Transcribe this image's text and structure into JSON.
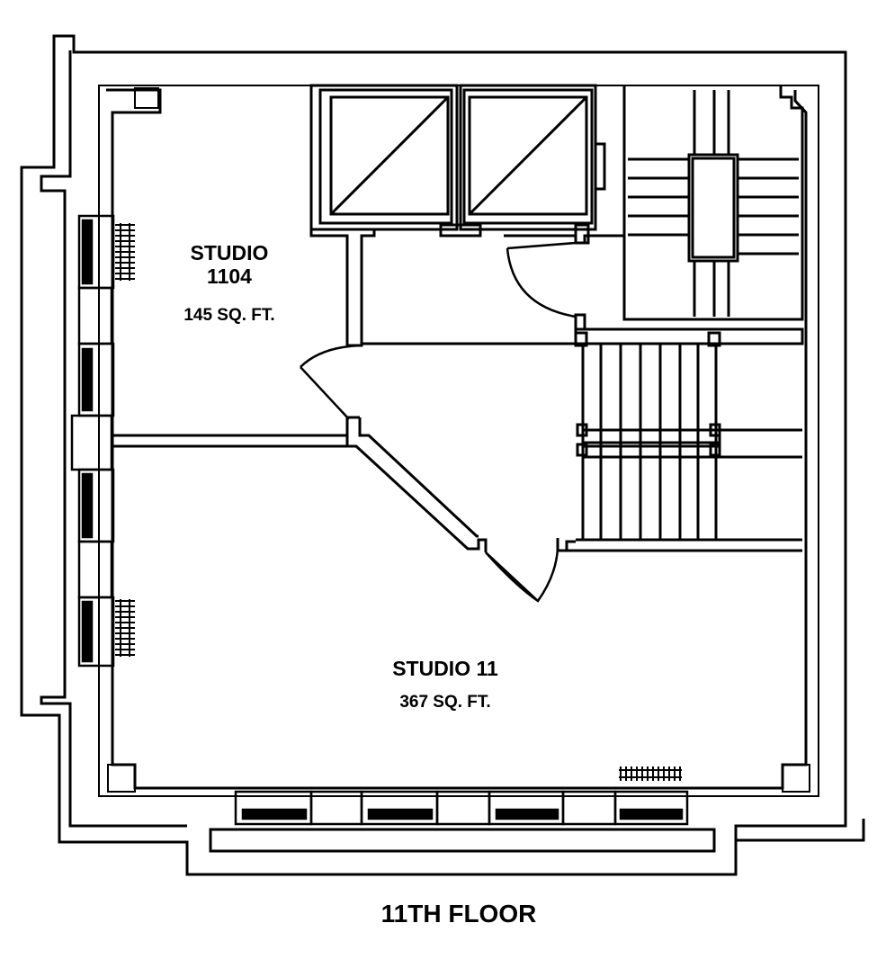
{
  "rooms": [
    {
      "name_line1": "STUDIO",
      "name_line2": "1104",
      "area": "145 SQ. FT."
    },
    {
      "name": "STUDIO 11",
      "area": "367 SQ. FT."
    }
  ],
  "floor_label": "11TH FLOOR"
}
